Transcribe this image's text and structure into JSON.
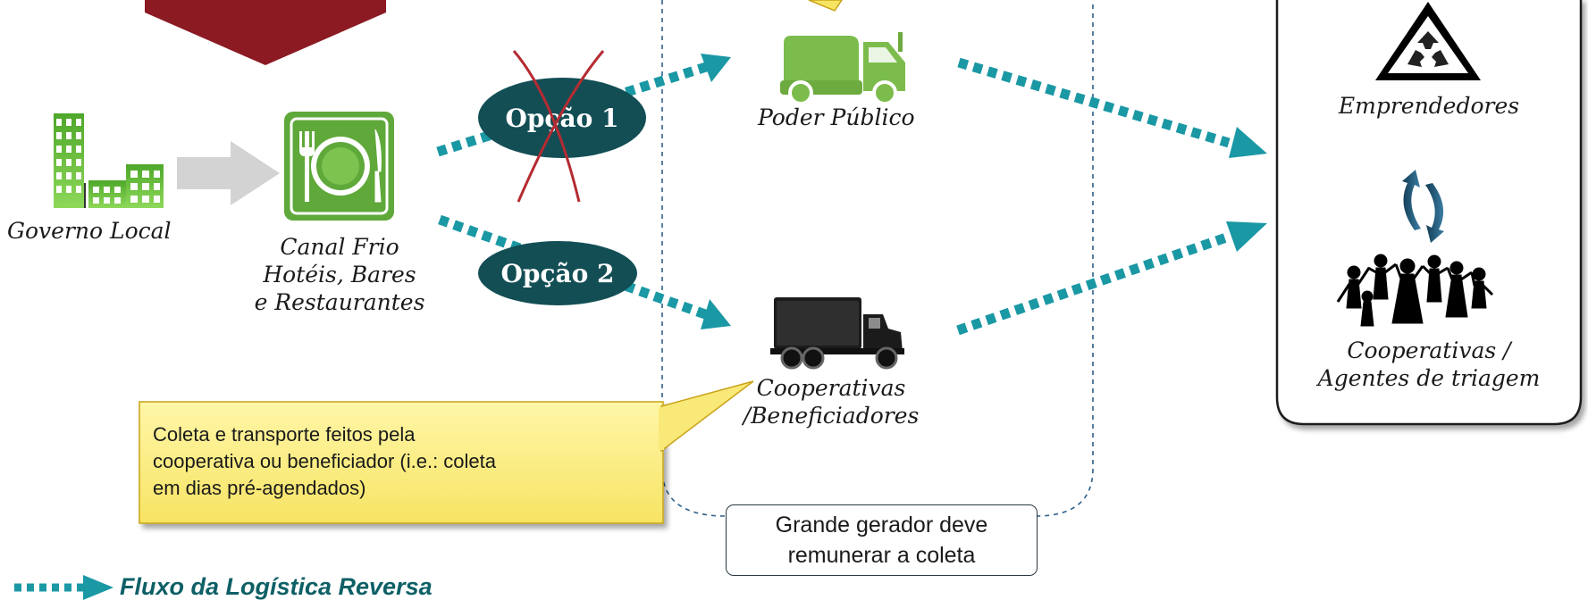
{
  "nodes": {
    "governo_local": "Governo Local",
    "canal_frio": [
      "Canal Frio",
      "Hotéis, Bares",
      "e Restaurantes"
    ],
    "poder_publico": "Poder Público",
    "cooperativas_beneficiadores": [
      "Cooperativas",
      "/Beneficiadores"
    ],
    "emprendedores": "Emprendedores",
    "cooperativas_agentes": [
      "Cooperativas /",
      "Agentes de triagem"
    ]
  },
  "options": {
    "opcao1": "Opção 1",
    "opcao2": "Opção 2"
  },
  "callout": {
    "lines": [
      "Coleta e transporte feitos pela",
      "cooperativa ou beneficiador (i.e.: coleta",
      "em dias pré-agendados)"
    ]
  },
  "grande_gerador": [
    "Grande gerador deve",
    "remunerar a coleta"
  ],
  "legend": {
    "label": "Fluxo da Logística Reversa"
  },
  "colors": {
    "flow_arrow": "#1a98a4",
    "option_oval": "#134e55",
    "building_green": "#6ec63c",
    "restaurant_green": "#5fa83a",
    "truck_green": "#7cbc4c",
    "banner_red": "#8b1a23",
    "cross_red": "#b52b32",
    "callout_fill": "#fbee86",
    "swap_arrow": "#1a4d66"
  },
  "icons": [
    "buildings-icon",
    "restaurant-plate-icon",
    "garbage-truck-icon",
    "cargo-truck-icon",
    "recycle-warning-icon",
    "people-group-icon",
    "swap-arrows-icon"
  ]
}
